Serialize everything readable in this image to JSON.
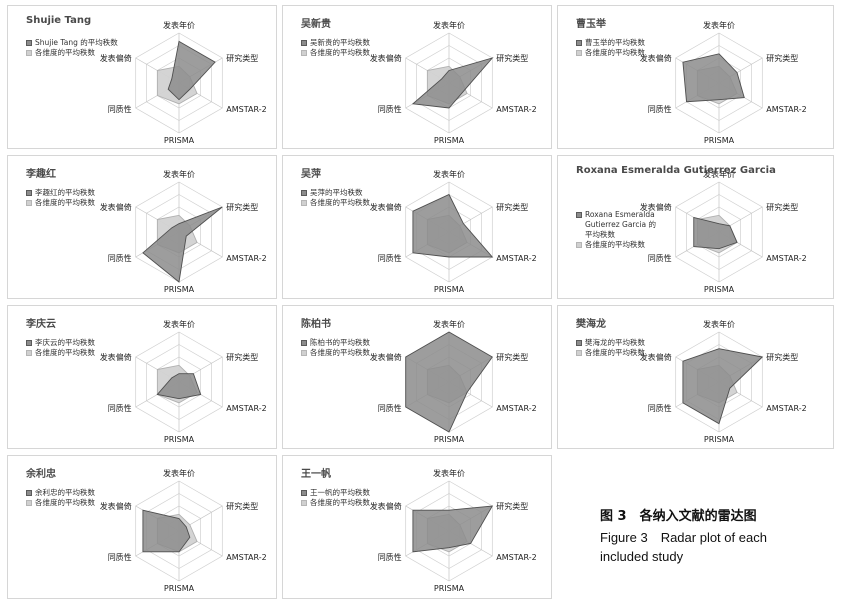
{
  "axis_labels": [
    "发表年价",
    "研究类型",
    "AMSTAR-2",
    "PRISMA",
    "同质性",
    "发表偏倚"
  ],
  "colors": {
    "study_fill": "#8c8c8c",
    "study_stroke": "#4f4f4f",
    "average_fill": "#d2d2d2",
    "average_stroke": "#b0b0b0",
    "grid": "#d0d0d0",
    "axis": "#c4c4c4"
  },
  "chart_data": [
    {
      "type": "radar",
      "title": "Shujie Tang",
      "legend": [
        "Shujie Tang 的平均秩数",
        "各维度的平均秩数"
      ],
      "axes": [
        "发表年价",
        "研究类型",
        "AMSTAR-2",
        "PRISMA",
        "同质性",
        "发表偏倚"
      ],
      "max": 12,
      "series": [
        {
          "name": "Shujie Tang 的平均秩数",
          "values": [
            10,
            10,
            3,
            4,
            3,
            2
          ]
        },
        {
          "name": "各维度的平均秩数",
          "values": [
            4,
            3,
            5,
            5,
            6,
            6
          ]
        }
      ]
    },
    {
      "type": "radar",
      "title": "吴新贵",
      "legend": [
        "吴新贵的平均秩数",
        "各维度的平均秩数"
      ],
      "axes": [
        "发表年价",
        "研究类型",
        "AMSTAR-2",
        "PRISMA",
        "同质性",
        "发表偏倚"
      ],
      "max": 12,
      "series": [
        {
          "name": "吴新贵的平均秩数",
          "values": [
            3,
            12,
            4,
            6,
            10,
            2
          ]
        },
        {
          "name": "各维度的平均秩数",
          "values": [
            4,
            3,
            5,
            5,
            6,
            6
          ]
        }
      ]
    },
    {
      "type": "radar",
      "title": "曹玉举",
      "legend": [
        "曹玉举的平均秩数",
        "各维度的平均秩数"
      ],
      "axes": [
        "发表年价",
        "研究类型",
        "AMSTAR-2",
        "PRISMA",
        "同质性",
        "发表偏倚"
      ],
      "max": 12,
      "series": [
        {
          "name": "曹玉举的平均秩数",
          "values": [
            7,
            5,
            7,
            4,
            9,
            10
          ]
        },
        {
          "name": "各维度的平均秩数",
          "values": [
            4,
            3,
            5,
            5,
            6,
            6
          ]
        }
      ]
    },
    {
      "type": "radar",
      "title": "李趣红",
      "legend": [
        "李趣红的平均秩数",
        "各维度的平均秩数"
      ],
      "axes": [
        "发表年价",
        "研究类型",
        "AMSTAR-2",
        "PRISMA",
        "同质性",
        "发表偏倚"
      ],
      "max": 12,
      "series": [
        {
          "name": "李趣红的平均秩数",
          "values": [
            2,
            12,
            2,
            12,
            10,
            2
          ]
        },
        {
          "name": "各维度的平均秩数",
          "values": [
            4,
            3,
            5,
            5,
            6,
            6
          ]
        }
      ]
    },
    {
      "type": "radar",
      "title": "吴萍",
      "legend": [
        "吴萍的平均秩数",
        "各维度的平均秩数"
      ],
      "axes": [
        "发表年价",
        "研究类型",
        "AMSTAR-2",
        "PRISMA",
        "同质性",
        "发表偏倚"
      ],
      "max": 12,
      "series": [
        {
          "name": "吴萍的平均秩数",
          "values": [
            9,
            4,
            12,
            6,
            10,
            10
          ]
        },
        {
          "name": "各维度的平均秩数",
          "values": [
            4,
            3,
            5,
            5,
            6,
            6
          ]
        }
      ]
    },
    {
      "type": "radar",
      "title": "Roxana Esmeralda Gutierrez Garcia",
      "legend": [
        "Roxana Esmeralda Gutierrez Garcia 的平均秩数",
        "各维度的平均秩数"
      ],
      "axes": [
        "发表年价",
        "研究类型",
        "AMSTAR-2",
        "PRISMA",
        "同质性",
        "发表偏倚"
      ],
      "max": 12,
      "series": [
        {
          "name": "Roxana Esmeralda Gutierrez Garcia 的平均秩数",
          "values": [
            2,
            3,
            5,
            4,
            7,
            7
          ]
        },
        {
          "name": "各维度的平均秩数",
          "values": [
            4,
            3,
            5,
            5,
            6,
            6
          ]
        }
      ]
    },
    {
      "type": "radar",
      "title": "李庆云",
      "legend": [
        "李庆云的平均秩数",
        "各维度的平均秩数"
      ],
      "axes": [
        "发表年价",
        "研究类型",
        "AMSTAR-2",
        "PRISMA",
        "同质性",
        "发表偏倚"
      ],
      "max": 12,
      "series": [
        {
          "name": "李庆云的平均秩数",
          "values": [
            2,
            4,
            6,
            4,
            6,
            2
          ]
        },
        {
          "name": "各维度的平均秩数",
          "values": [
            4,
            3,
            5,
            5,
            6,
            6
          ]
        }
      ]
    },
    {
      "type": "radar",
      "title": "陈柏书",
      "legend": [
        "陈柏书的平均秩数",
        "各维度的平均秩数"
      ],
      "axes": [
        "发表年价",
        "研究类型",
        "AMSTAR-2",
        "PRISMA",
        "同质性",
        "发表偏倚"
      ],
      "max": 12,
      "series": [
        {
          "name": "陈柏书的平均秩数",
          "values": [
            12,
            12,
            5,
            12,
            12,
            12
          ]
        },
        {
          "name": "各维度的平均秩数",
          "values": [
            4,
            3,
            5,
            5,
            6,
            6
          ]
        }
      ]
    },
    {
      "type": "radar",
      "title": "樊海龙",
      "legend": [
        "樊海龙的平均秩数",
        "各维度的平均秩数"
      ],
      "axes": [
        "发表年价",
        "研究类型",
        "AMSTAR-2",
        "PRISMA",
        "同质性",
        "发表偏倚"
      ],
      "max": 12,
      "series": [
        {
          "name": "樊海龙的平均秩数",
          "values": [
            8,
            12,
            3,
            10,
            10,
            10
          ]
        },
        {
          "name": "各维度的平均秩数",
          "values": [
            4,
            3,
            5,
            5,
            6,
            6
          ]
        }
      ]
    },
    {
      "type": "radar",
      "title": "余利忠",
      "legend": [
        "余利忠的平均秩数",
        "各维度的平均秩数"
      ],
      "axes": [
        "发表年价",
        "研究类型",
        "AMSTAR-2",
        "PRISMA",
        "同质性",
        "发表偏倚"
      ],
      "max": 12,
      "series": [
        {
          "name": "余利忠的平均秩数",
          "values": [
            3,
            2,
            3,
            5,
            10,
            10
          ]
        },
        {
          "name": "各维度的平均秩数",
          "values": [
            4,
            3,
            5,
            5,
            6,
            6
          ]
        }
      ]
    },
    {
      "type": "radar",
      "title": "王一帆",
      "legend": [
        "王一帆的平均秩数",
        "各维度的平均秩数"
      ],
      "axes": [
        "发表年价",
        "研究类型",
        "AMSTAR-2",
        "PRISMA",
        "同质性",
        "发表偏倚"
      ],
      "max": 12,
      "series": [
        {
          "name": "王一帆的平均秩数",
          "values": [
            5,
            12,
            6,
            4,
            10,
            10
          ]
        },
        {
          "name": "各维度的平均秩数",
          "values": [
            4,
            3,
            5,
            5,
            6,
            6
          ]
        }
      ]
    }
  ],
  "caption": {
    "chinese": "图 3　各纳入文献的雷达图",
    "english_line1": "Figure 3　Radar plot of each",
    "english_line2": "included study"
  }
}
